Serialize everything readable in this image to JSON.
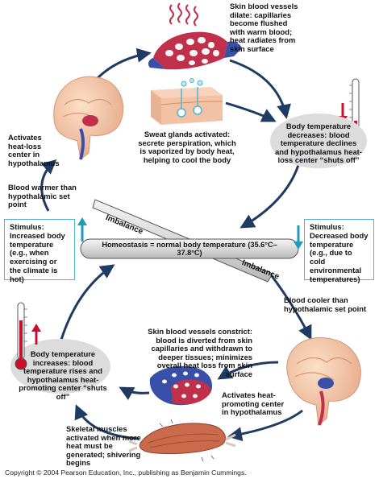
{
  "labels": {
    "vessels_dilate": "Skin blood vessels dilate: capillaries become flushed with warm blood; heat radiates from skin surface",
    "sweat": "Sweat glands activated: secrete perspiration, which is vaporized by body heat, helping to cool the body",
    "heat_loss_center": "Activates heat-loss center in hypothalamus",
    "temp_decreases": "Body temperature decreases: blood temperature declines and hypothalamus heat-loss center “shuts off”",
    "blood_warmer": "Blood warmer than hypothalamic set point",
    "stim_increase": "Stimulus: Increased body temperature (e.g., when exercising or the climate is hot)",
    "stim_decrease": "Stimulus: Decreased body temperature (e.g., due to cold environmental temperatures)",
    "imbalance_top": "Imbalance",
    "imbalance_bottom": "Imbalance",
    "homeostasis_bold": "Homeostasis",
    "homeostasis_rest": " = normal body temperature (35.6°C–37.8°C)",
    "blood_cooler": "Blood cooler than hypothalamic set point",
    "vessels_constrict": "Skin blood vessels constrict: blood is diverted from skin capillaries and withdrawn to deeper tissues; minimizes overall heat loss from skin surface",
    "temp_increases": "Body temperature increases: blood temperature rises and hypothalamus heat-promoting center “shuts off”",
    "heat_promoting_center": "Activates heat-promoting center in hypothalamus",
    "muscles": "Skeletal muscles activated when more heat must be generated; shivering begins",
    "copyright": "Copyright © 2004 Pearson Education, Inc., publishing as Benjamin Cummings."
  },
  "colors": {
    "arrow": "#1f3a63",
    "stimulus_border": "#4fb3d6",
    "stimulus_arrow": "#1e9bb8",
    "thermo_arrow": "#c8102e",
    "oval_fill": "#dcdcdc",
    "vessel_blue": "#3a4fa8",
    "vessel_red": "#c0304a",
    "skin": "#f3c2a5",
    "muscle": "#c96a4c"
  },
  "icons": [
    "brain-icon",
    "blood-vessel-network-icon",
    "skin-sweat-gland-icon",
    "thermometer-icon",
    "heat-wave-icon",
    "skeletal-muscle-icon",
    "seesaw-lever-icon"
  ]
}
